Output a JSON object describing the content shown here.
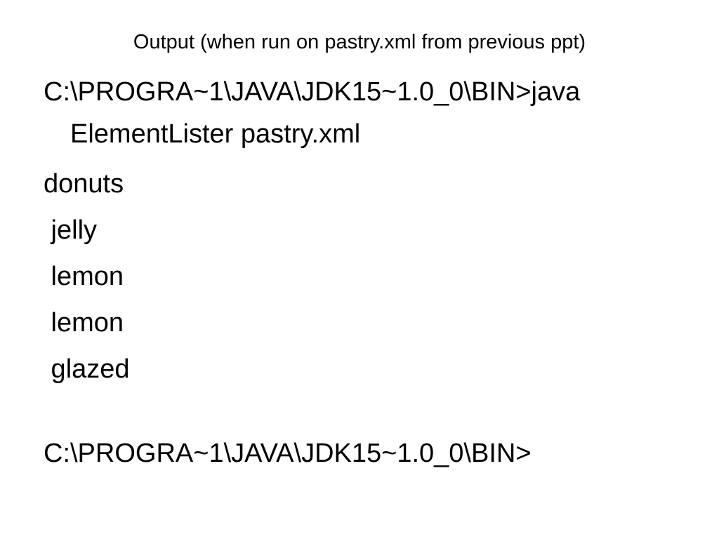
{
  "slide": {
    "title": "Output (when run on pastry.xml from previous ppt)",
    "command_line": "C:\\PROGRA~1\\JAVA\\JDK15~1.0_0\\BIN>java ElementLister pastry.xml",
    "output_lines": [
      "donuts",
      " jelly",
      " lemon",
      " lemon",
      " glazed"
    ],
    "final_prompt": "C:\\PROGRA~1\\JAVA\\JDK15~1.0_0\\BIN>"
  }
}
